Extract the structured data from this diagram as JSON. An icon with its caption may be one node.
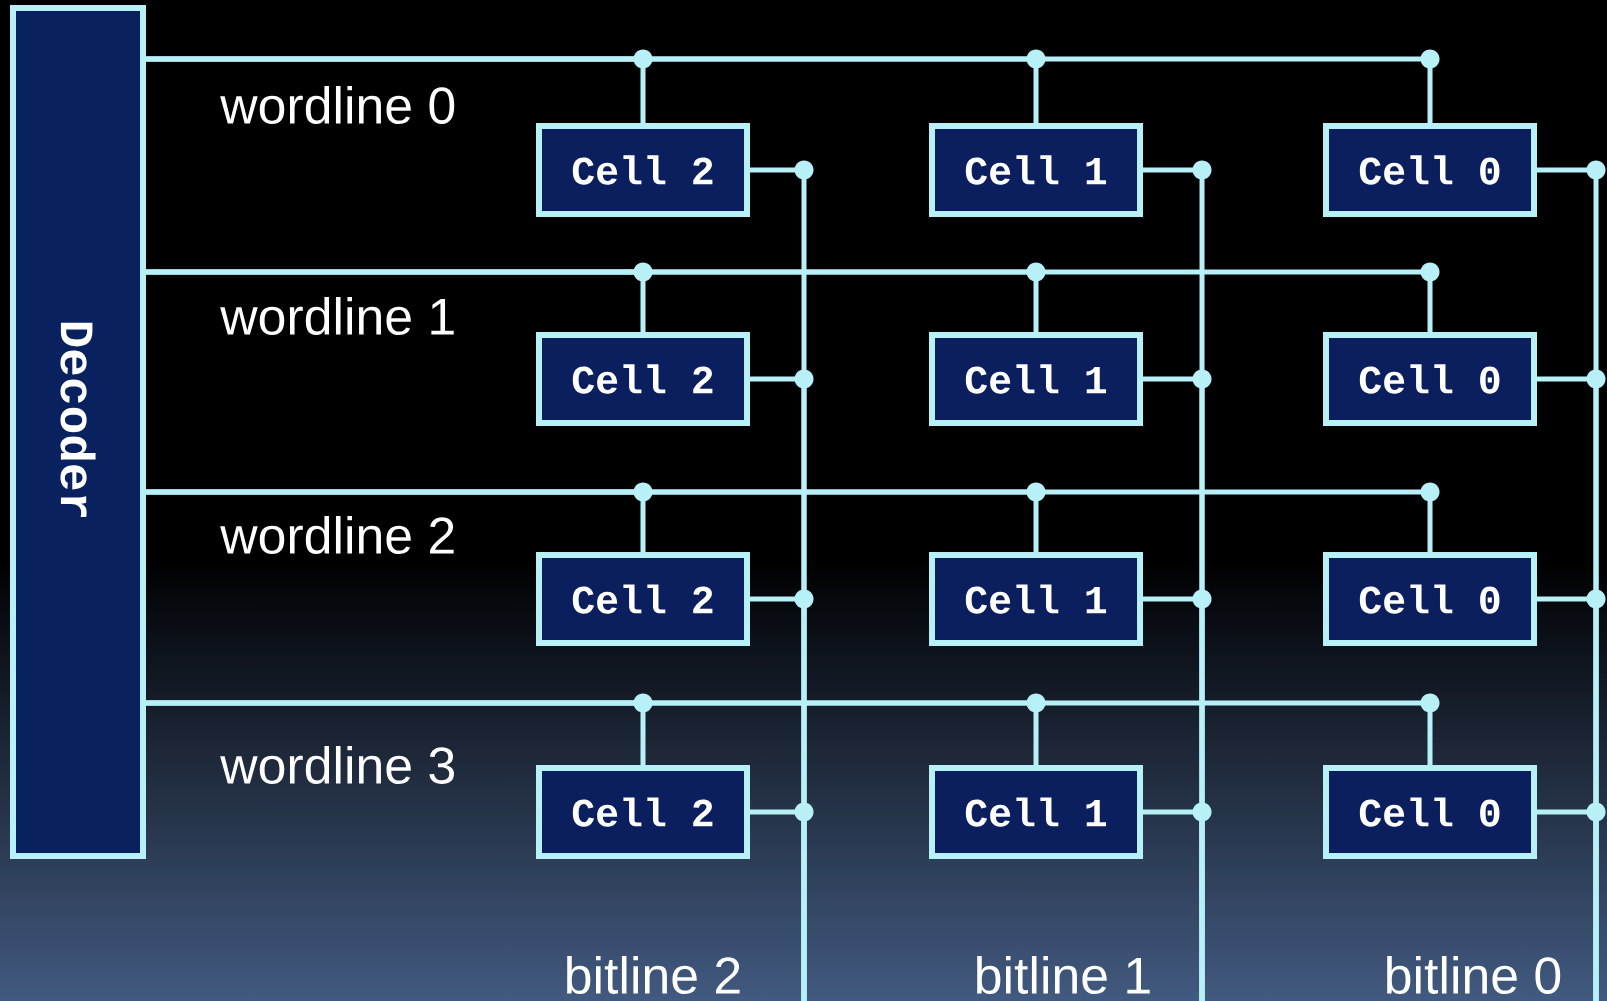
{
  "diagram": {
    "nodes": [
      {
        "text": [
          "Decoder"
        ]
      },
      {
        "text": [
          "Cell 2"
        ]
      },
      {
        "text": [
          "Cell 1"
        ]
      },
      {
        "text": [
          "Cell 0"
        ]
      },
      {
        "text": [
          "Cell 2"
        ]
      },
      {
        "text": [
          "Cell 1"
        ]
      },
      {
        "text": [
          "Cell 0"
        ]
      },
      {
        "text": [
          "Cell 2"
        ]
      },
      {
        "text": [
          "Cell 1"
        ]
      },
      {
        "text": [
          "Cell 0"
        ]
      },
      {
        "text": [
          "Cell 2"
        ]
      },
      {
        "text": [
          "Cell 1"
        ]
      },
      {
        "text": [
          "Cell 0"
        ]
      }
    ],
    "edges": [
      {
        "from": 0,
        "to": 1,
        "arrow": "none"
      },
      {
        "from": 0,
        "to": 2,
        "arrow": "none"
      },
      {
        "from": 0,
        "to": 3,
        "arrow": "none"
      },
      {
        "from": 0,
        "to": 4,
        "arrow": "none"
      },
      {
        "from": 0,
        "to": 5,
        "arrow": "none"
      },
      {
        "from": 0,
        "to": 6,
        "arrow": "none"
      },
      {
        "from": 0,
        "to": 7,
        "arrow": "none"
      },
      {
        "from": 0,
        "to": 8,
        "arrow": "none"
      },
      {
        "from": 0,
        "to": 9,
        "arrow": "none"
      },
      {
        "from": 0,
        "to": 10,
        "arrow": "none"
      },
      {
        "from": 0,
        "to": 11,
        "arrow": "none"
      },
      {
        "from": 0,
        "to": 12,
        "arrow": "none"
      },
      {
        "from": 1,
        "to": null,
        "arrow": "none"
      },
      {
        "from": 2,
        "to": null,
        "arrow": "none"
      },
      {
        "from": 3,
        "to": null,
        "arrow": "none"
      },
      {
        "from": 4,
        "to": null,
        "arrow": "none"
      },
      {
        "from": 5,
        "to": null,
        "arrow": "none"
      },
      {
        "from": 6,
        "to": null,
        "arrow": "none"
      },
      {
        "from": 7,
        "to": null,
        "arrow": "none"
      },
      {
        "from": 8,
        "to": null,
        "arrow": "none"
      },
      {
        "from": 9,
        "to": null,
        "arrow": "none"
      },
      {
        "from": 10,
        "to": null,
        "arrow": "none"
      },
      {
        "from": 11,
        "to": null,
        "arrow": "none"
      },
      {
        "from": 12,
        "to": null,
        "arrow": "none"
      }
    ],
    "labels": [
      "wordline 0",
      "wordline 1",
      "wordline 2",
      "wordline 3",
      "bitline 2",
      "bitline 1",
      "bitline 0"
    ]
  }
}
